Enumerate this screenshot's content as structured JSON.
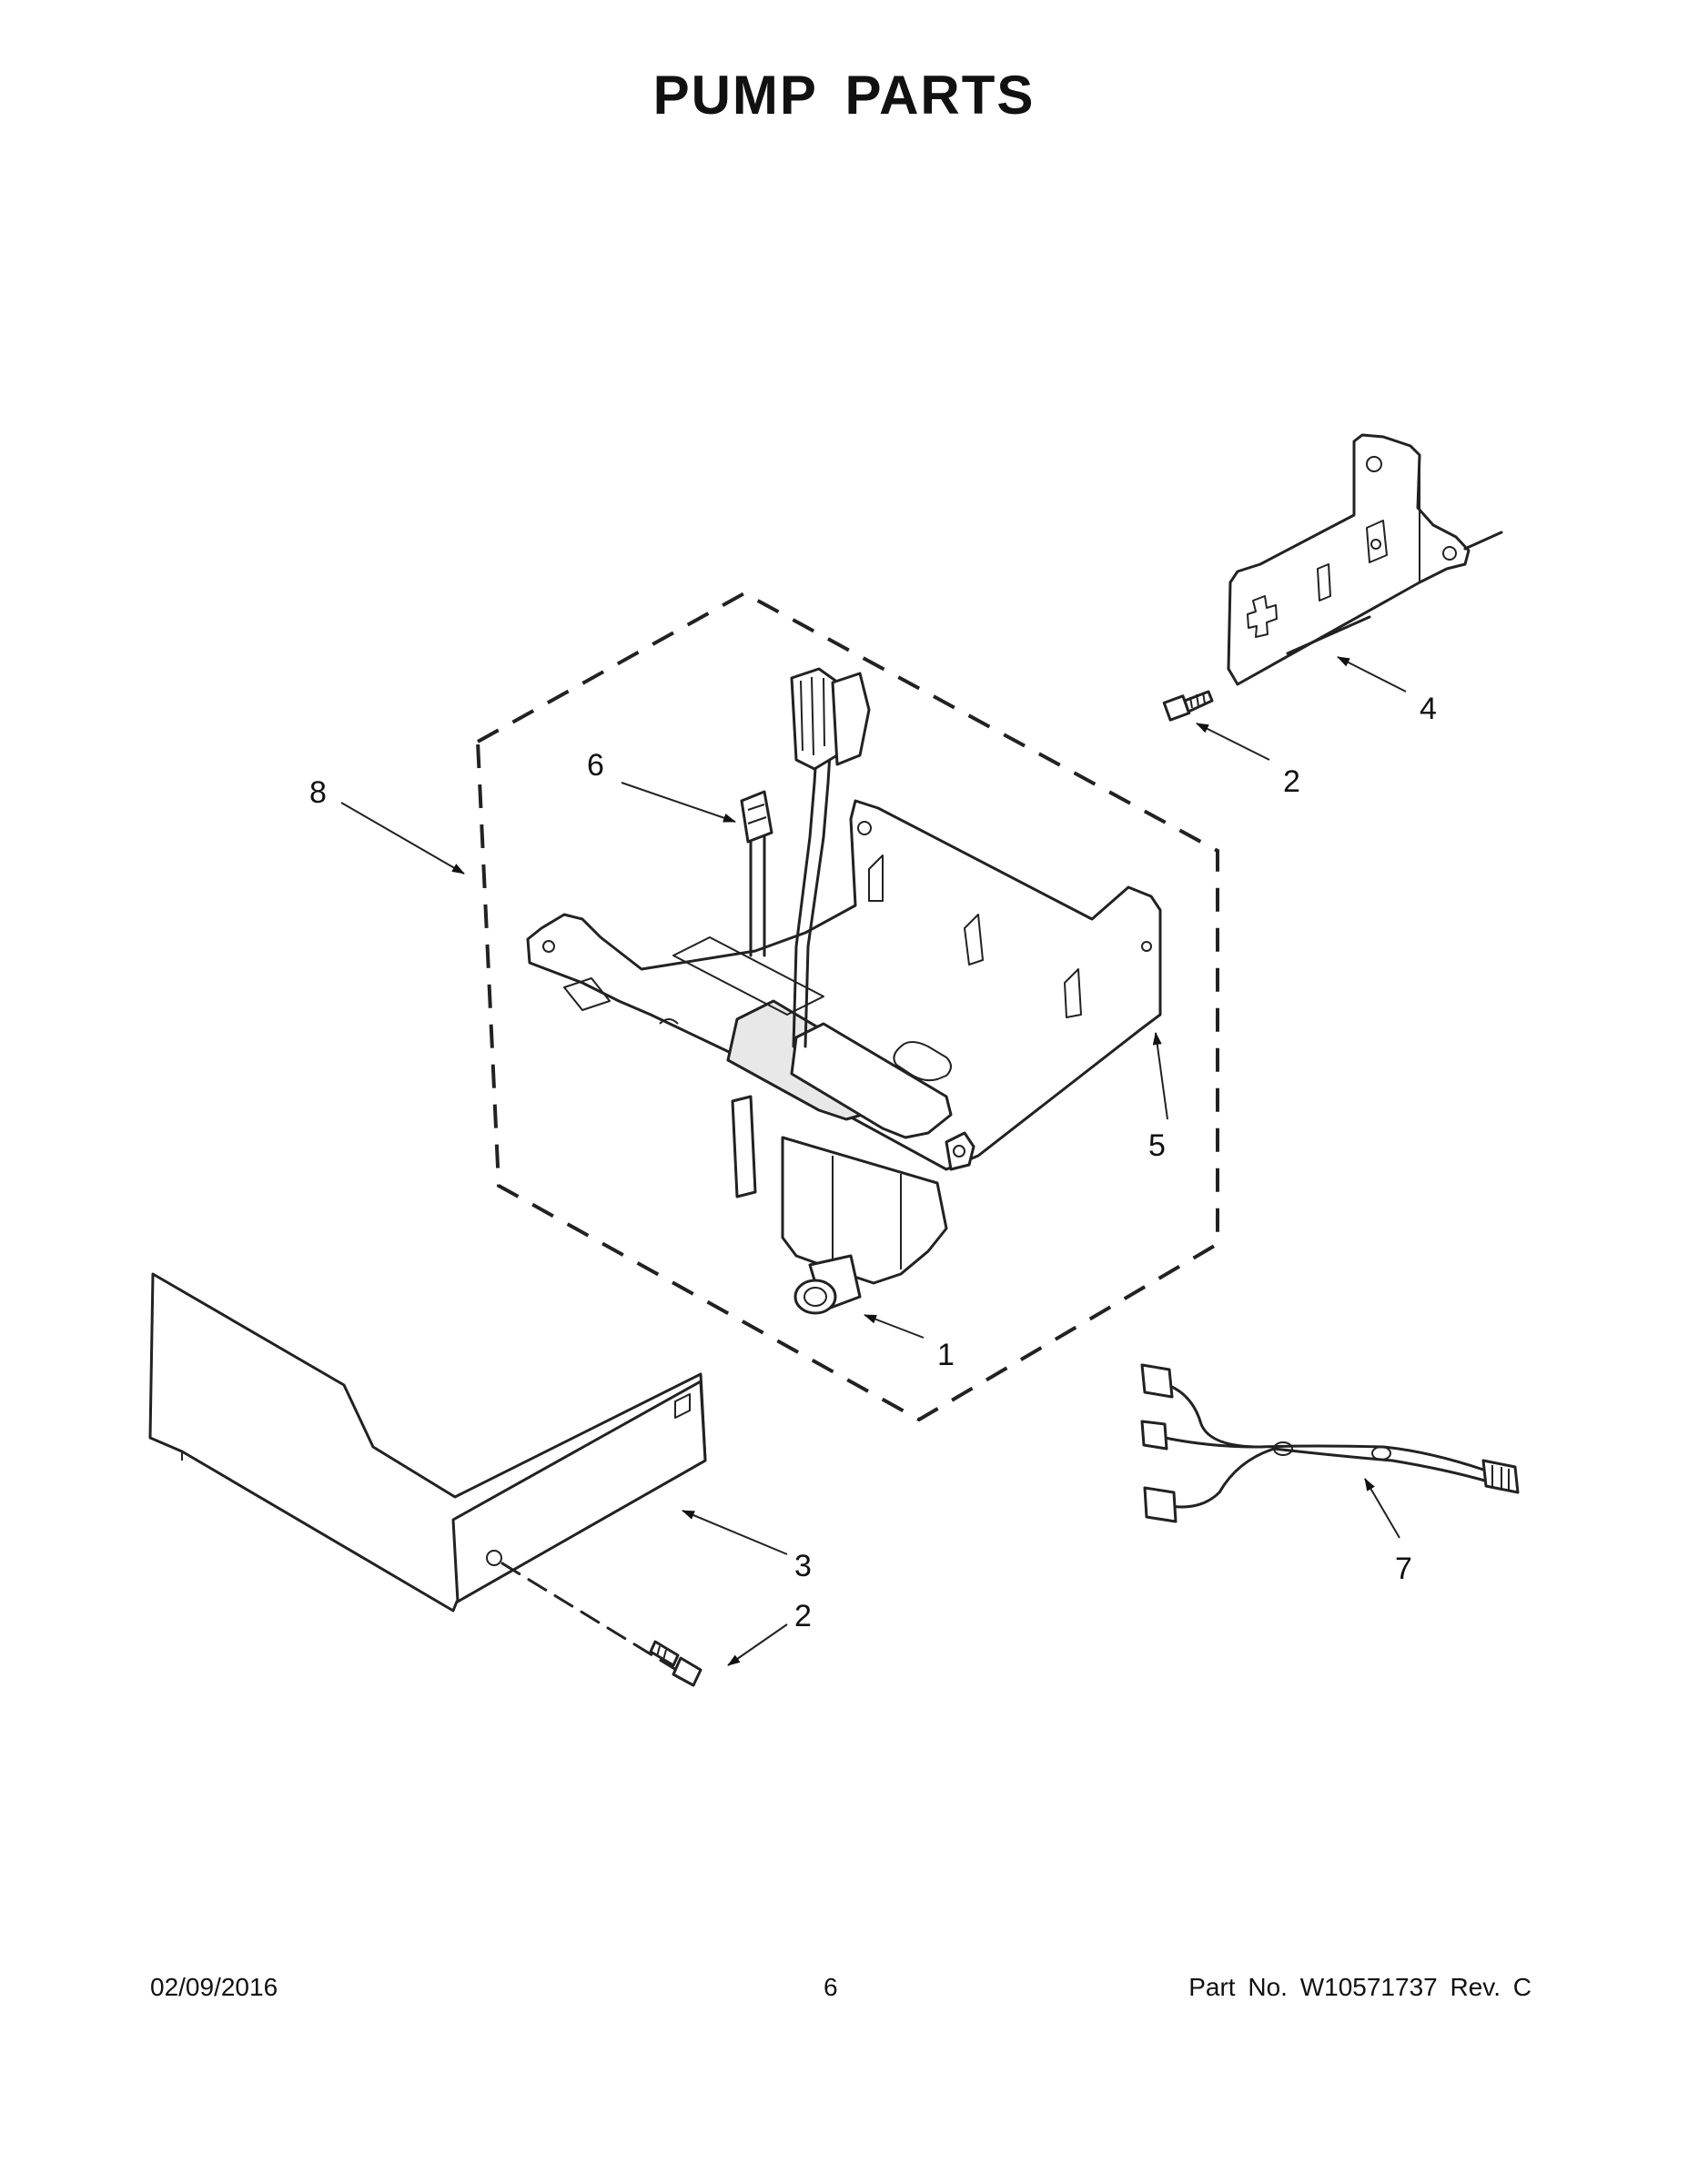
{
  "title": "PUMP PARTS",
  "callouts": {
    "c1": "1",
    "c2a": "2",
    "c2b": "2",
    "c3": "3",
    "c4": "4",
    "c5": "5",
    "c6": "6",
    "c7": "7",
    "c8": "8"
  },
  "footer": {
    "date": "02/09/2016",
    "page": "6",
    "part_no": "Part No.  W10571737  Rev.  C"
  }
}
